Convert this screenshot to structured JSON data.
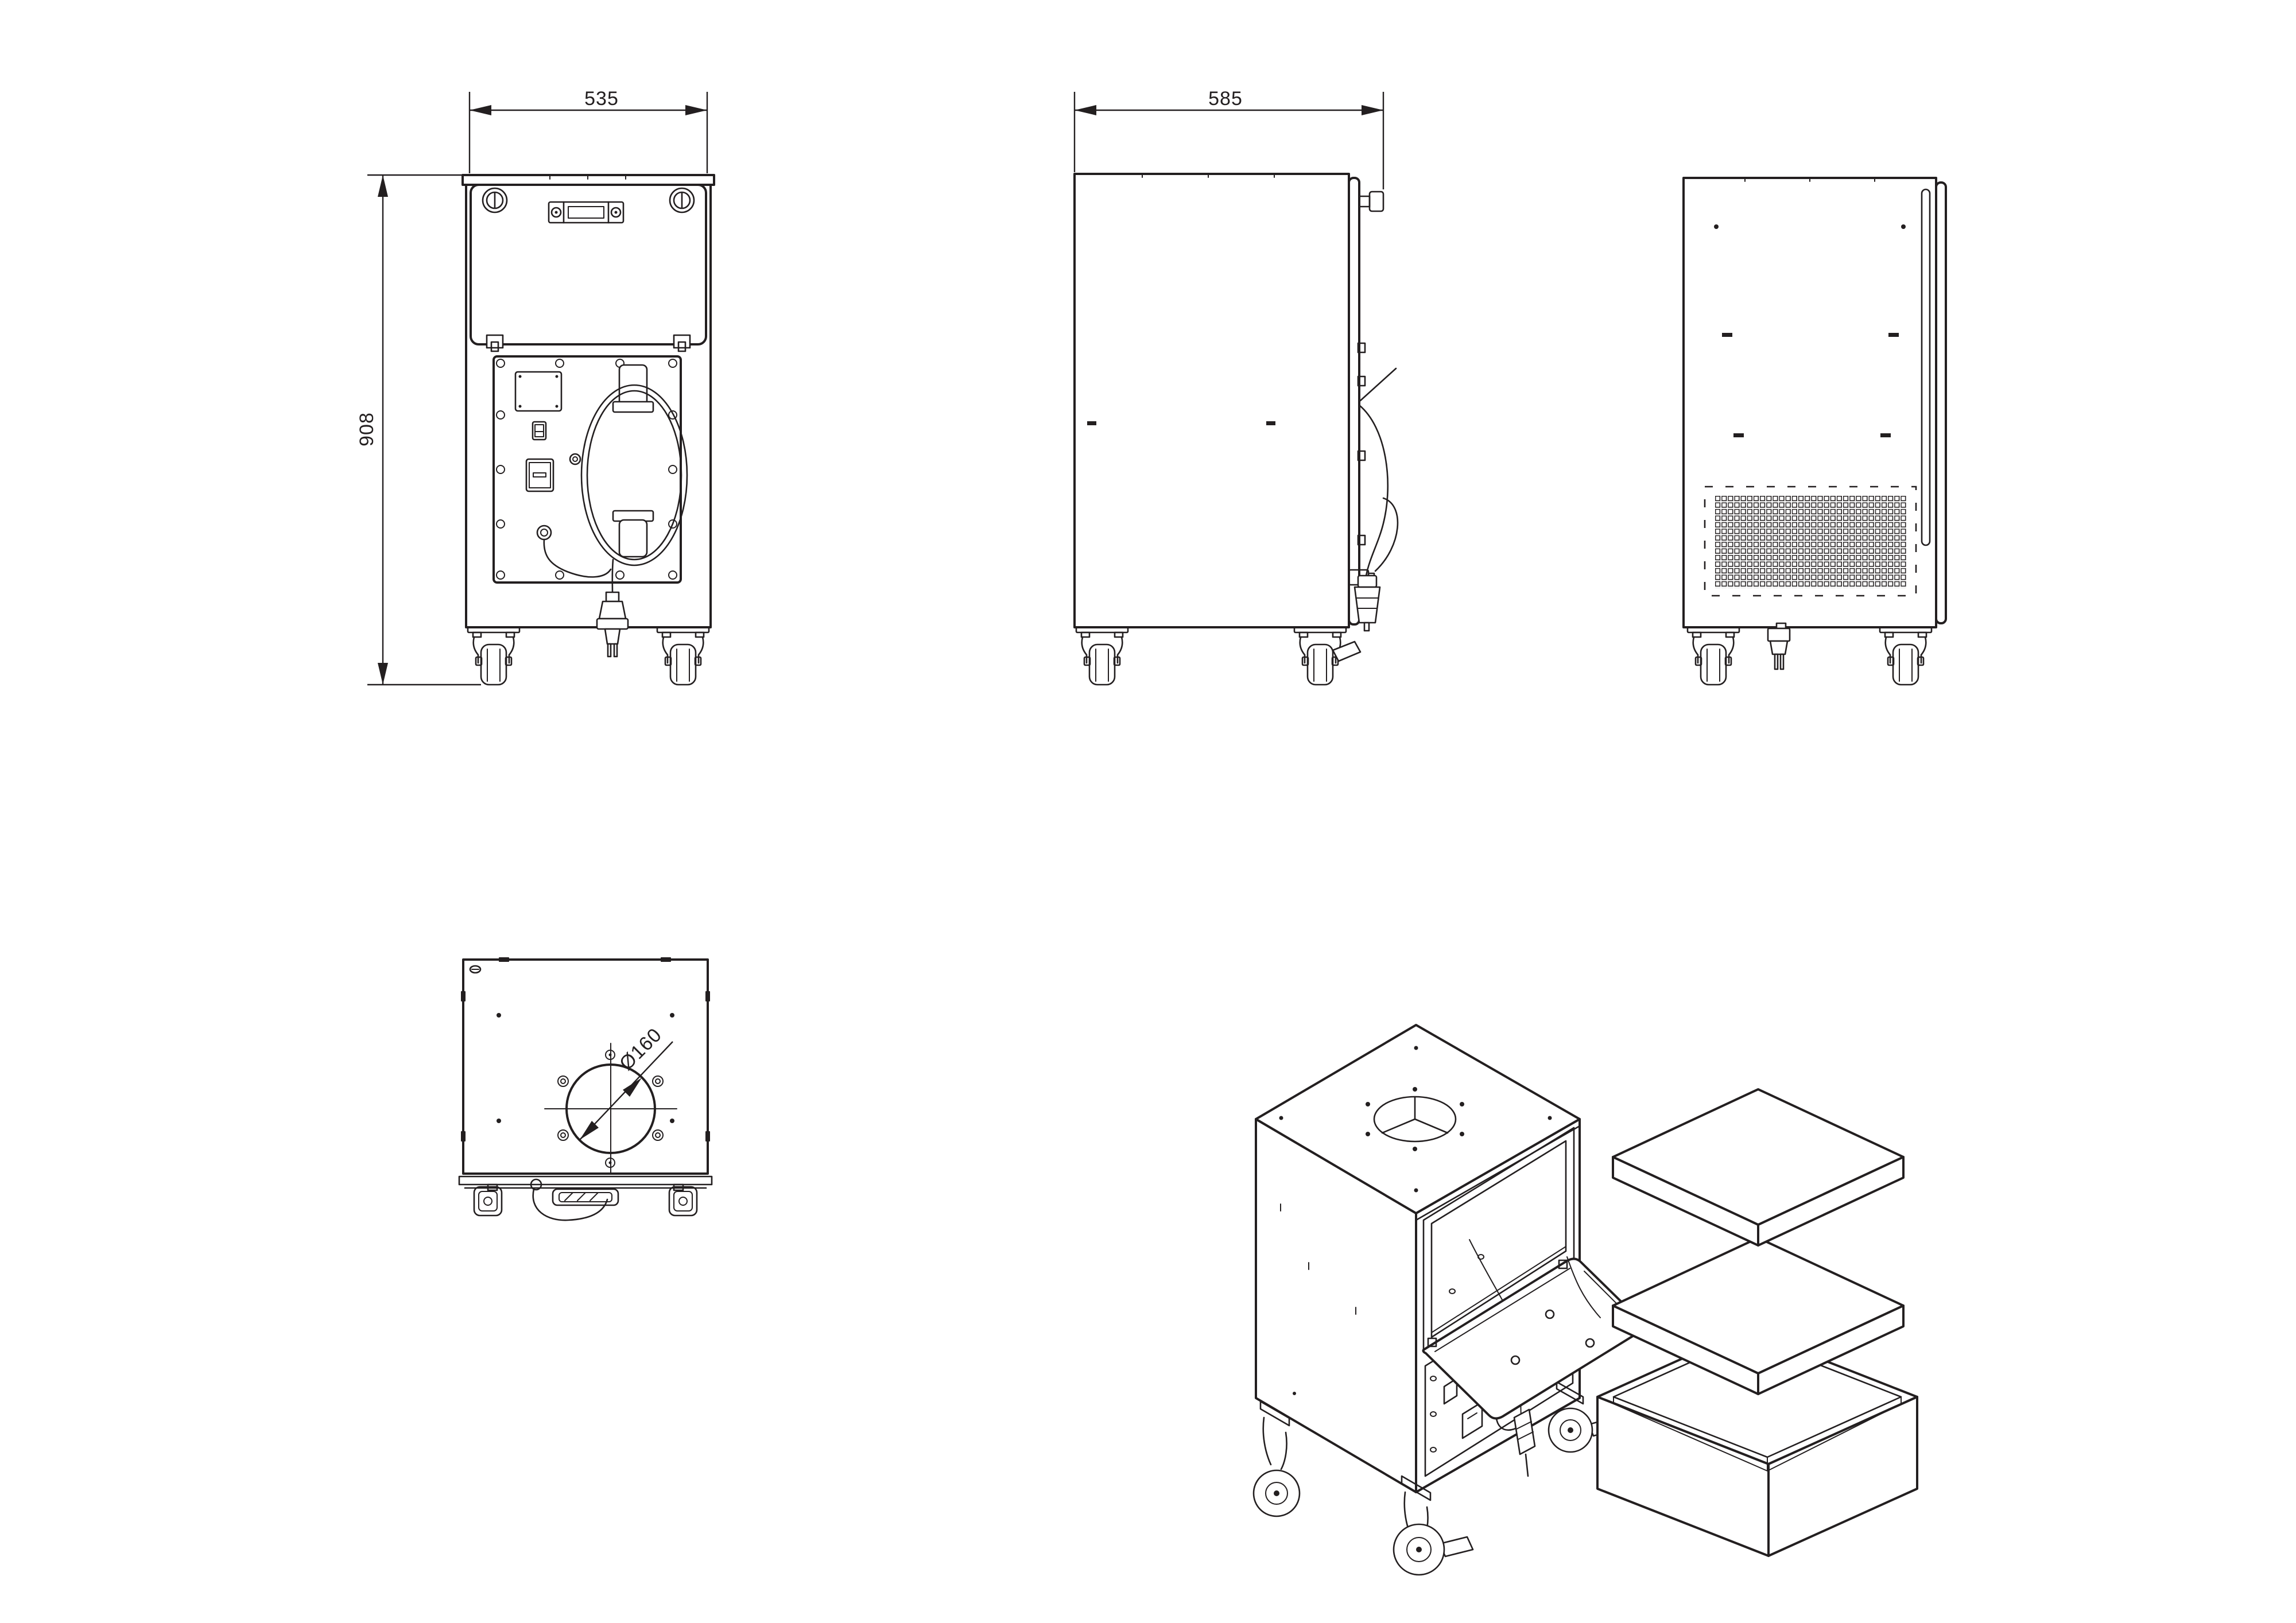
{
  "colors": {
    "background": "#ffffff",
    "ink": "#231f20"
  },
  "dims": {
    "front_width": "535",
    "side_depth": "585",
    "overall_height": "908",
    "top_hole_diameter": "Ø160"
  }
}
